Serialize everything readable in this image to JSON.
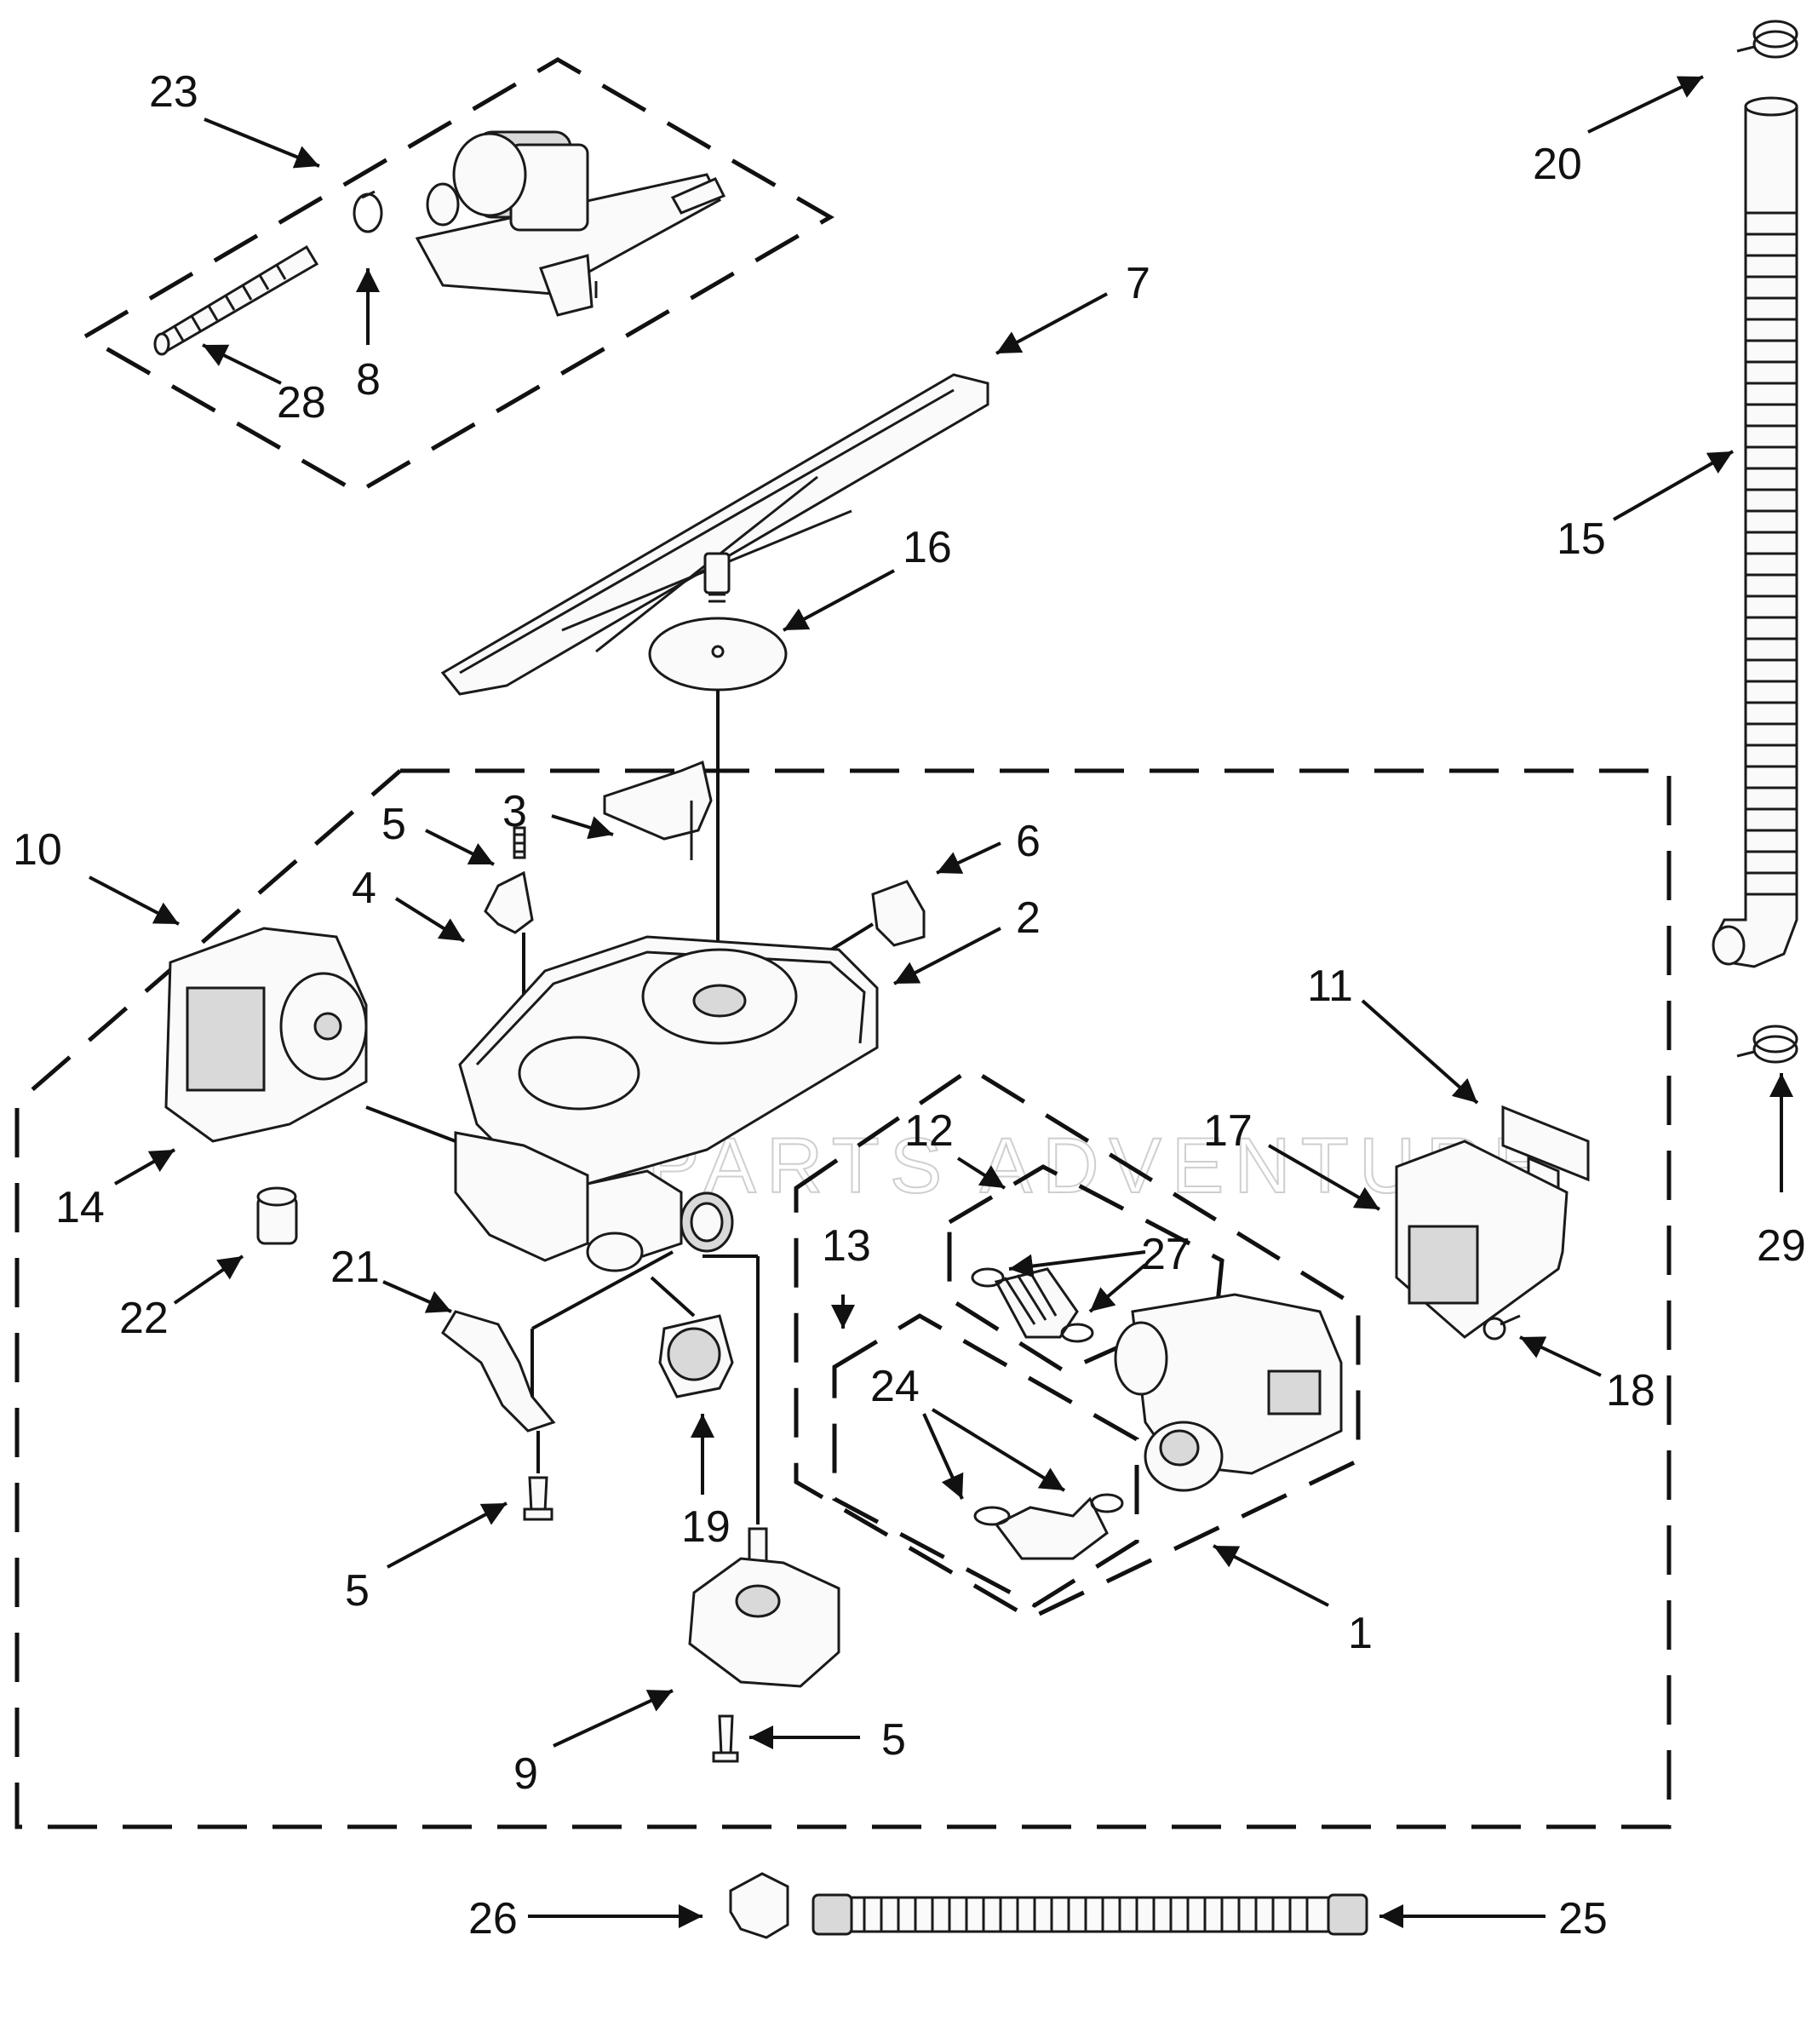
{
  "watermark": "PARTS ADVENTURE",
  "callouts": {
    "c1": "1",
    "c2": "2",
    "c3": "3",
    "c4": "4",
    "c5a": "5",
    "c5b": "5",
    "c5c": "5",
    "c6": "6",
    "c7": "7",
    "c8": "8",
    "c9": "9",
    "c10": "10",
    "c11": "11",
    "c12": "12",
    "c13": "13",
    "c14": "14",
    "c15": "15",
    "c16": "16",
    "c17": "17",
    "c18": "18",
    "c19": "19",
    "c20": "20",
    "c21": "21",
    "c22": "22",
    "c23": "23",
    "c24": "24",
    "c25": "25",
    "c26": "26",
    "c27": "27",
    "c28": "28",
    "c29": "29"
  }
}
